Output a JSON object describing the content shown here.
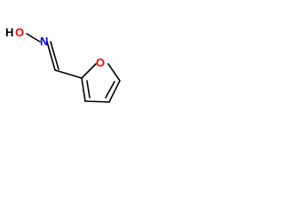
{
  "structure": {
    "atoms": {
      "H": {
        "symbol": "H",
        "color": "#000000"
      },
      "O_hydroxyl": {
        "symbol": "O",
        "color": "#ff0000"
      },
      "N": {
        "symbol": "N",
        "color": "#0000ff"
      },
      "O_ring": {
        "symbol": "O",
        "color": "#ff0000"
      }
    },
    "bond_color": "#000000"
  }
}
